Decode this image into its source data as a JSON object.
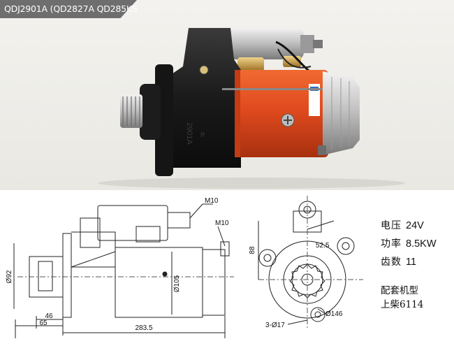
{
  "header": {
    "title": "QDJ2901A (QD2827A QD285KS"
  },
  "photo": {
    "housing_text": "2901A",
    "housing_letter": "R",
    "colors": {
      "motor": "#e04a1e",
      "housing": "#1b1b1b",
      "steel": "#c9c9c9",
      "background": "#eeede9"
    }
  },
  "drawing": {
    "side": {
      "m10_top": "M10",
      "m10_right": "M10",
      "dia_92": "Ø92",
      "dia_105": "Ø105",
      "dim_46": "46",
      "dim_65": "65",
      "dim_283": "283.5"
    },
    "front": {
      "dim_88": "88",
      "dim_52": "52.5",
      "dia_146": "Ø146",
      "holes": "3-Ø17"
    }
  },
  "specs": [
    {
      "label": "电压",
      "value": "24V"
    },
    {
      "label": "功率",
      "value": "8.5KW"
    },
    {
      "label": "齿数",
      "value": "11"
    }
  ],
  "fitment": {
    "label": "配套机型",
    "value": "上柴6114"
  }
}
